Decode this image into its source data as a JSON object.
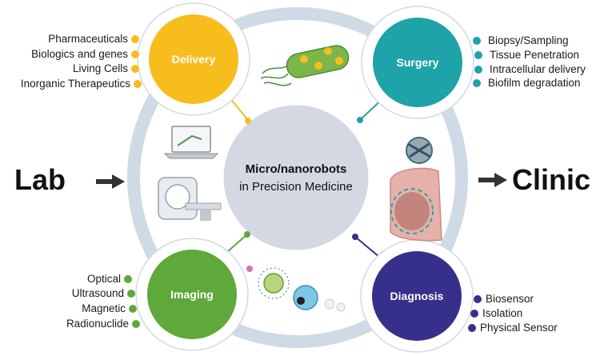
{
  "center": {
    "title": "Micro/nanorobots",
    "subtitle": "in Precision Medicine"
  },
  "sides": {
    "left": "Lab",
    "right": "Clinic"
  },
  "colors": {
    "ring": "#d0d9e6",
    "center_fill": "#d3d8e2",
    "delivery": "#f7bd1d",
    "surgery": "#1ea3a8",
    "imaging": "#5fa83a",
    "diagnosis": "#36308a"
  },
  "modules": {
    "delivery": {
      "title": "Delivery",
      "items": [
        "Pharmaceuticals",
        "Biologics and genes",
        "Living Cells",
        "Inorganic Therapeutics"
      ]
    },
    "surgery": {
      "title": "Surgery",
      "items": [
        "Biopsy/Sampling",
        "Tissue Penetration",
        "Intracellular delivery",
        "Biofilm degradation"
      ]
    },
    "imaging": {
      "title": "Imaging",
      "items": [
        "Optical",
        "Ultrasound",
        "Magnetic",
        "Radionuclide"
      ]
    },
    "diagnosis": {
      "title": "Diagnosis",
      "items": [
        "Biosensor",
        "Isolation",
        "Physical Sensor"
      ]
    }
  },
  "illustrations": [
    "bacteria-robot-icon",
    "laptop-icon",
    "mri-scanner-icon",
    "robot-cluster-icon",
    "colon-tissue-icon",
    "nanoparticle-icon"
  ]
}
